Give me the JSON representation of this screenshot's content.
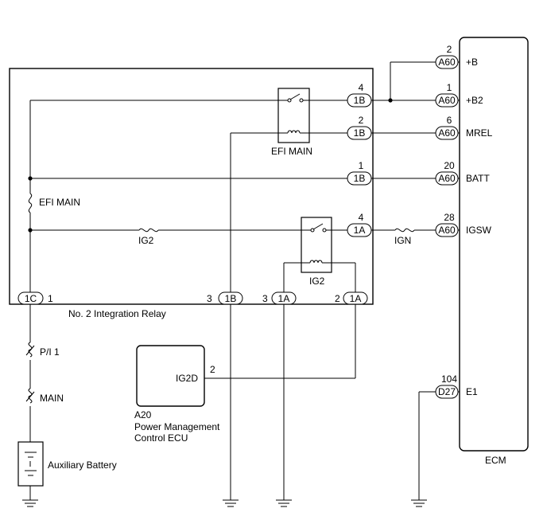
{
  "relay_box": {
    "label": "No. 2 Integration Relay"
  },
  "ecm": {
    "label": "ECM",
    "pins": [
      {
        "num": "2",
        "conn": "A60",
        "signal": "+B"
      },
      {
        "num": "1",
        "conn": "A60",
        "signal": "+B2"
      },
      {
        "num": "6",
        "conn": "A60",
        "signal": "MREL"
      },
      {
        "num": "20",
        "conn": "A60",
        "signal": "BATT"
      },
      {
        "num": "28",
        "conn": "A60",
        "signal": "IGSW"
      },
      {
        "num": "104",
        "conn": "D27",
        "signal": "E1"
      }
    ]
  },
  "relay_pins": [
    {
      "num": "4",
      "conn": "1B"
    },
    {
      "num": "2",
      "conn": "1B"
    },
    {
      "num": "1",
      "conn": "1B"
    },
    {
      "num": "4",
      "conn": "1A"
    }
  ],
  "bottom_pins": [
    {
      "num": "1",
      "conn": "1C"
    },
    {
      "num": "3",
      "conn": "1B"
    },
    {
      "num": "3",
      "conn": "1A"
    },
    {
      "num": "2",
      "conn": "1A"
    }
  ],
  "relays": {
    "efi_main": "EFI MAIN",
    "ig2": "IG2"
  },
  "fuses": {
    "efi_main": "EFI MAIN",
    "ig2": "IG2",
    "ign": "IGN",
    "pi1": "P/I 1",
    "main": "MAIN"
  },
  "battery": {
    "label": "Auxiliary Battery"
  },
  "pm_ecu": {
    "code": "A20",
    "line1": "Power Management",
    "line2": "Control ECU",
    "pin_label": "IG2D",
    "pin_num": "2"
  }
}
